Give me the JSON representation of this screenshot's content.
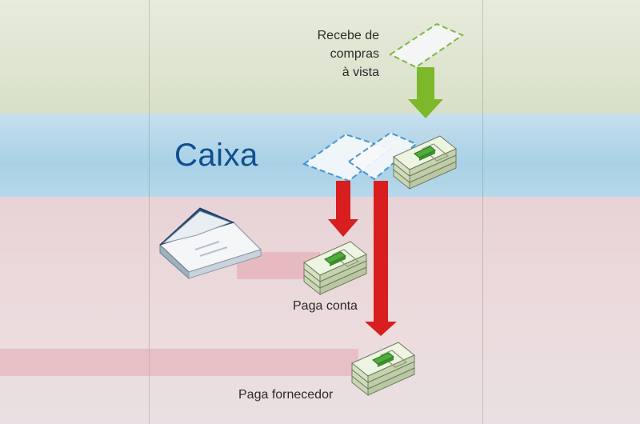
{
  "labels": {
    "recebe": [
      "Recebe de",
      "compras",
      "à vista"
    ],
    "caixa": "Caixa",
    "paga_conta": "Paga conta",
    "paga_fornecedor": "Paga fornecedor"
  },
  "colors": {
    "caixa_text": "#0f4f8f",
    "green_arrow": "#7cb82a",
    "red_arrow": "#d81e1e",
    "card_border_green": "#6fae2e",
    "card_border_blue": "#3a8fd0",
    "band_top": "#dfe6d2",
    "band_middle": "#b3d6e9",
    "band_bottom": "#e9d6d9"
  },
  "icons": [
    "envelope-icon",
    "money-stack-icon"
  ]
}
